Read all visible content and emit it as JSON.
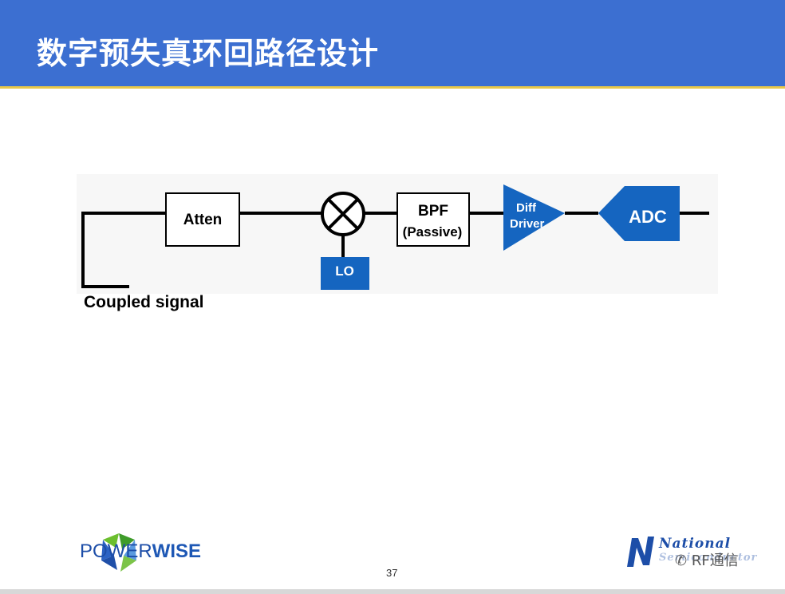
{
  "slide": {
    "title": "数字预失真环回路径设计",
    "page_number": "37"
  },
  "diagram": {
    "blocks": {
      "atten": "Atten",
      "bpf_line1": "BPF",
      "bpf_line2": "(Passive)",
      "diff_line1": "Diff",
      "diff_line2": "Driver",
      "adc": "ADC",
      "lo": "LO"
    },
    "input_label": "Coupled signal",
    "colors": {
      "accent_blue": "#1565c0",
      "header_blue": "#3c6fd1",
      "header_rule": "#e8c84a",
      "line": "#000000"
    }
  },
  "footer": {
    "left_logo": {
      "name_prefix": "POWER",
      "name_strong": "WISE"
    },
    "right_logo": {
      "line1": "National",
      "line2": "Semiconductor"
    },
    "watermark": "RF通信"
  }
}
